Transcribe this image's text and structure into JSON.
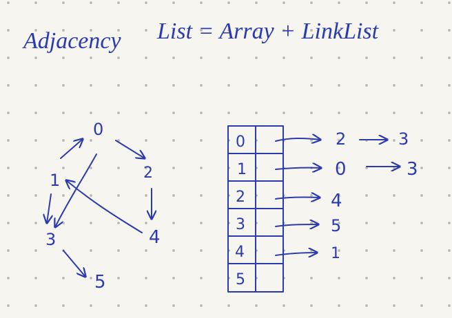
{
  "title": {
    "left": "Adjacency",
    "right": "List = Array + LinkList"
  },
  "graph": {
    "nodes": [
      "0",
      "1",
      "2",
      "3",
      "4",
      "5"
    ],
    "edges": [
      [
        "0",
        "2"
      ],
      [
        "0",
        "3"
      ],
      [
        "1",
        "0"
      ],
      [
        "1",
        "3"
      ],
      [
        "2",
        "4"
      ],
      [
        "4",
        "1"
      ],
      [
        "3",
        "5"
      ]
    ]
  },
  "adjacency_list": [
    {
      "index": "0",
      "links": [
        "2",
        "3"
      ]
    },
    {
      "index": "1",
      "links": [
        "0",
        "3"
      ]
    },
    {
      "index": "2",
      "links": [
        "4"
      ]
    },
    {
      "index": "3",
      "links": [
        "5"
      ]
    },
    {
      "index": "4",
      "links": [
        "1"
      ]
    },
    {
      "index": "5",
      "links": []
    }
  ],
  "ink_color": "#2a3bb0"
}
